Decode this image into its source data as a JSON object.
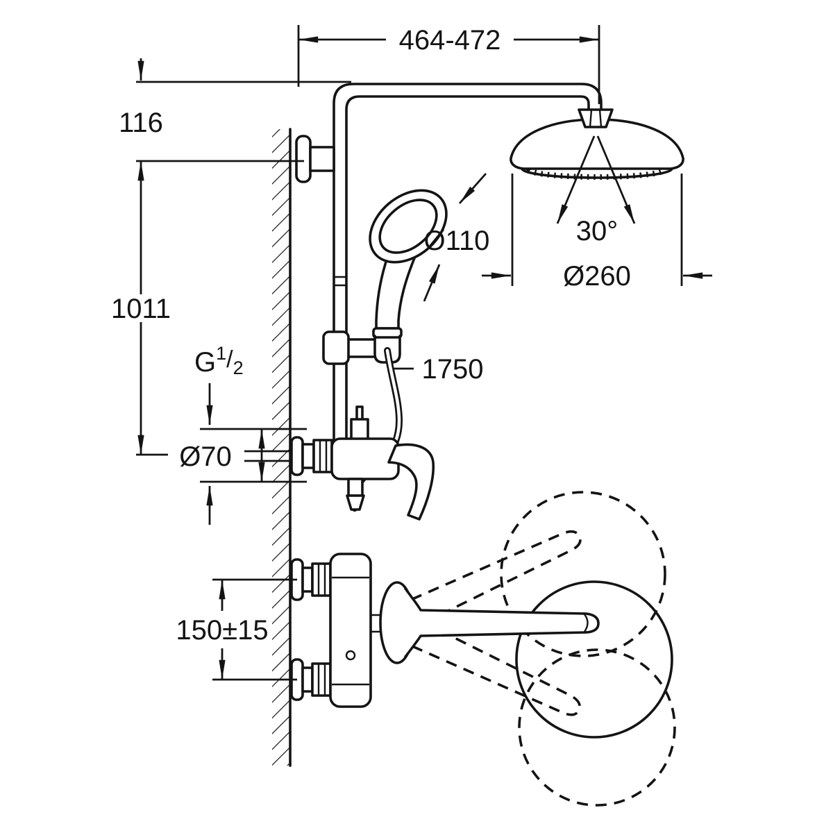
{
  "labels": {
    "top_width": "464-472",
    "top_offset": "116",
    "rail_height": "1011",
    "thread_g": "G",
    "thread_numerator": "1",
    "thread_slash": "/",
    "thread_denominator": "2",
    "inlet_diameter": "Ø70",
    "hose_length": "1750",
    "hand_shower_diameter": "Ø110",
    "spray_angle": "30°",
    "head_diameter": "Ø260",
    "inlet_spacing": "150±15"
  },
  "colors": {
    "line": "#141414",
    "background": "#ffffff"
  }
}
